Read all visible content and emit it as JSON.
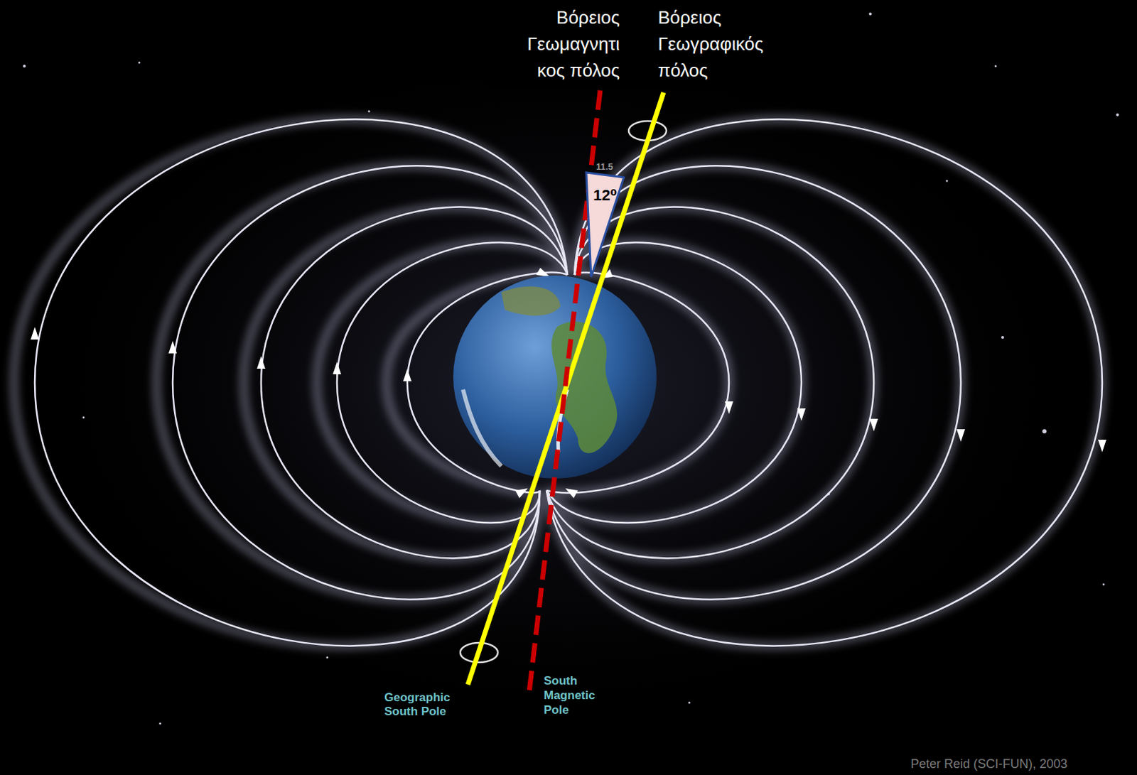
{
  "diagram": {
    "labels": [
      "Βόρειος Γεωμαγνητι κος πόλος",
      "Βόρειος Γεωγραφικός πόλος",
      "11.5",
      "12⁰",
      "Geographic South Pole",
      "South Magnetic Pole",
      "Peter Reid (SCI-FUN), 2003"
    ]
  }
}
